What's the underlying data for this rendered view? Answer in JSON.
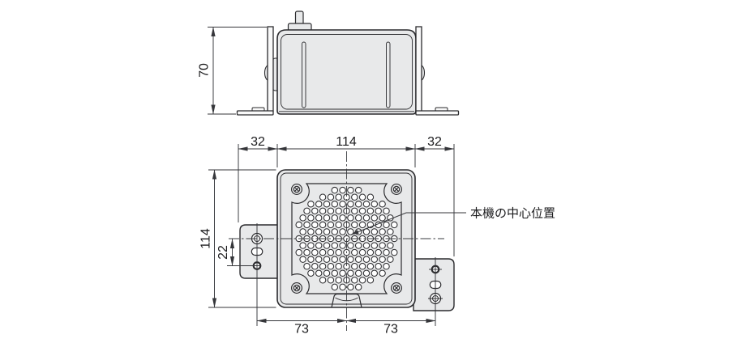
{
  "figure": {
    "annotation_center": "本機の中心位置",
    "side_view": {
      "dim_height": "70"
    },
    "front_view": {
      "dim_left_bracket": "32",
      "dim_body_width": "114",
      "dim_right_bracket": "32",
      "dim_body_height": "114",
      "dim_hole_offset": "22",
      "dim_bottom_left": "73",
      "dim_bottom_right": "73"
    },
    "colors": {
      "outline": "#2b2b2e",
      "dimension": "#35363a",
      "body_fill": "#e8e9ea",
      "background": "#ffffff"
    }
  }
}
